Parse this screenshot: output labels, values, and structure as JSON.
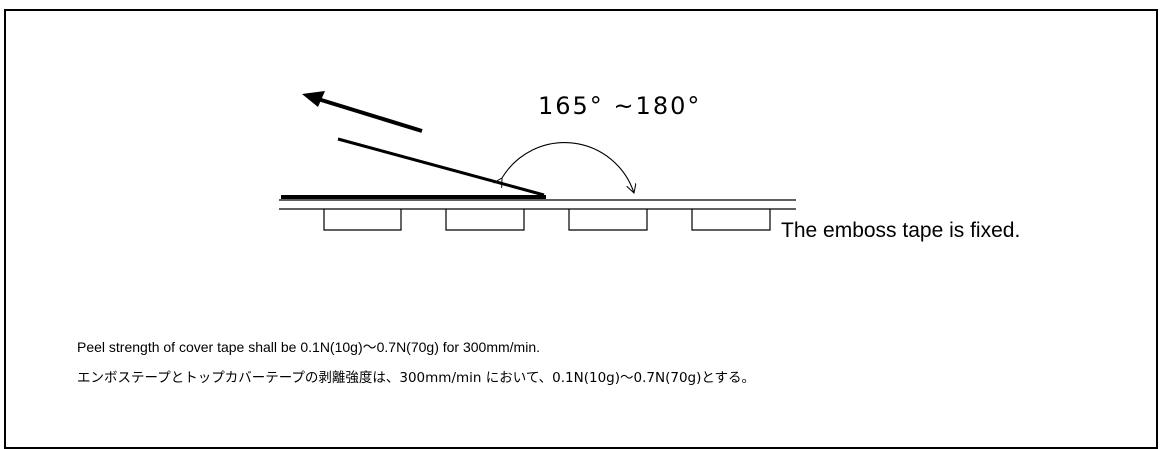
{
  "angle_label": "165° ~180°",
  "fixed_note": "The emboss tape is fixed.",
  "spec_en": "Peel strength of cover tape shall be 0.1N(10g)～0.7N(70g) for 300mm/min.",
  "spec_ja": "エンボステープとトップカバーテープの剥離強度は、300mm/min において、0.1N(10g)～0.7N(70g)とする。"
}
